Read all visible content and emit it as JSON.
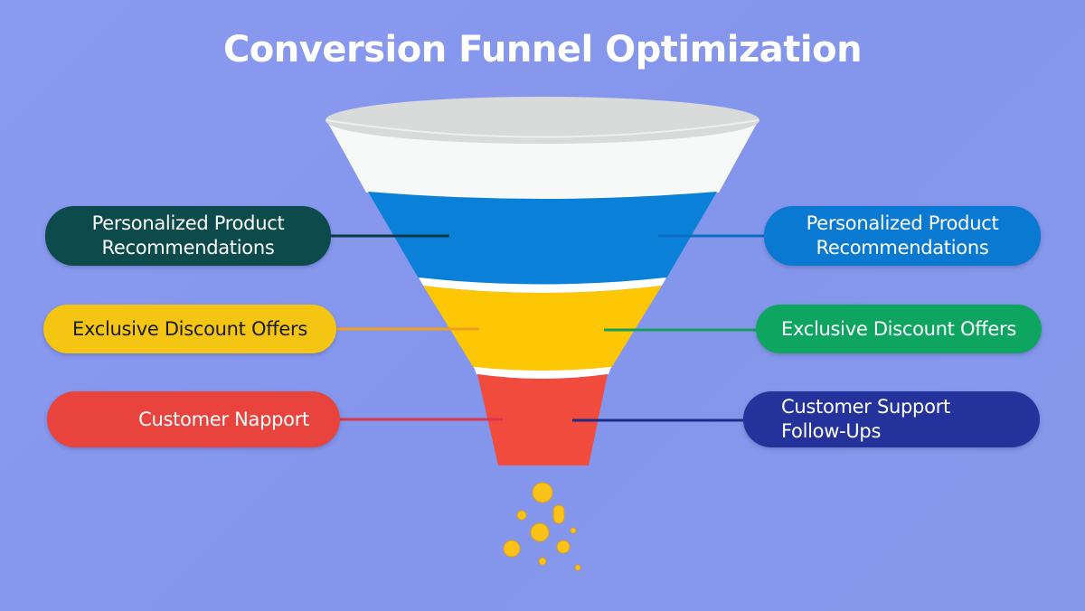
{
  "title": "Conversion Funnel Optimization",
  "colors": {
    "background": "#8597ec",
    "funnel_top": "#f7f9f9",
    "funnel_rim": "#d9dbdb",
    "stage_blue": "#0a80d8",
    "stage_yellow": "#fdc705",
    "stage_red": "#f04b3d",
    "coins": "#fbc21a"
  },
  "funnel": {
    "stages": [
      {
        "name": "top",
        "color": "#f7f9f9"
      },
      {
        "name": "blue",
        "color": "#0a80d8"
      },
      {
        "name": "yellow",
        "color": "#fdc705"
      },
      {
        "name": "red",
        "color": "#f04b3d"
      }
    ]
  },
  "labels": {
    "left": [
      {
        "lines": [
          "Personalized Product",
          "Recommendations"
        ],
        "color": "#0c4a4c",
        "text_color": "#ffffff",
        "connector_color": "#0c3a44"
      },
      {
        "lines": [
          "Exclusive Discount Offers"
        ],
        "color": "#f5c513",
        "text_color": "#1b1b1b",
        "connector_color": "#f0a020"
      },
      {
        "lines": [
          "Customer Napport"
        ],
        "color": "#e9433e",
        "text_color": "#ffffff",
        "connector_color": "#d8384a"
      }
    ],
    "right": [
      {
        "lines": [
          "Personalized Product",
          "Recommendations"
        ],
        "color": "#0a79d1",
        "text_color": "#ffffff",
        "connector_color": "#0b6fc0"
      },
      {
        "lines": [
          "Exclusive Discount Offers"
        ],
        "color": "#0da560",
        "text_color": "#ffffff",
        "connector_color": "#12a05a"
      },
      {
        "lines": [
          "Customer Support",
          "Follow-Ups"
        ],
        "color": "#24339b",
        "text_color": "#ffffff",
        "connector_color": "#1f2b8a"
      }
    ]
  }
}
